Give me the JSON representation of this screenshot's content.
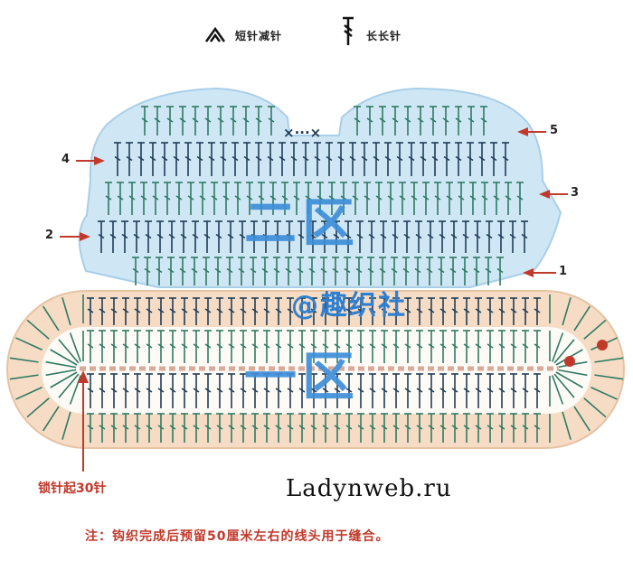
{
  "legend": {
    "decrease_label": "短针减针",
    "treble_label": "长长针"
  },
  "row_labels": [
    "1",
    "2",
    "3",
    "4",
    "5"
  ],
  "decrease_mark": "×···×",
  "zones": {
    "upper": "二区",
    "lower": "一区"
  },
  "watermark": "@趣织社",
  "site": "Ladynweb.ru",
  "start_label": "锁针起30针",
  "note": "注：钩织完成后预留50厘米左右的线头用于缝合。",
  "colors": {
    "upper_zone_fill": "#cfe6f5",
    "lower_zone_fill": "#f6dcc4",
    "stitch_green": "#2e7a63",
    "stitch_dark": "#1f3d57",
    "chain_row": "#d9a99a",
    "arrow_red": "#c0392b",
    "zone_label_blue": "#3d8fd9"
  }
}
